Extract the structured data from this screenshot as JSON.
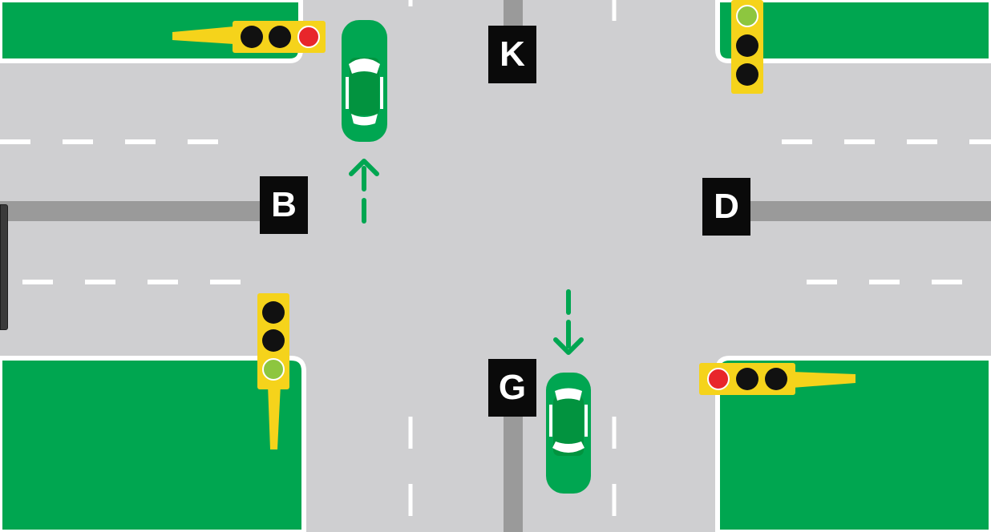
{
  "labels": {
    "k": "K",
    "b": "B",
    "d": "D",
    "g": "G"
  },
  "colors": {
    "road": "#cfcfd1",
    "grass": "#00a650",
    "kerb": "#ffffff",
    "median": "#9a9a9a",
    "lane_marking": "#ffffff",
    "car": "#00a651",
    "arrow": "#00a651",
    "signal_housing": "#f5d31b",
    "signal_off": "#111111",
    "signal_red": "#e8262b",
    "signal_green": "#8dc63f",
    "label_bg": "#0a0a0a",
    "label_text": "#ffffff"
  },
  "traffic_lights": [
    {
      "position": "top-left",
      "orientation": "horizontal",
      "lit": "red"
    },
    {
      "position": "top-right",
      "orientation": "vertical",
      "lit": "green"
    },
    {
      "position": "bottom-left",
      "orientation": "vertical",
      "lit": "green"
    },
    {
      "position": "bottom-right",
      "orientation": "horizontal",
      "lit": "red"
    }
  ],
  "cars": [
    {
      "name": "car-northbound",
      "heading": "north",
      "color": "green"
    },
    {
      "name": "car-southbound",
      "heading": "south",
      "color": "green"
    }
  ],
  "icons": [
    "arrow-up-icon",
    "arrow-down-icon",
    "car-icon",
    "traffic-light-icon"
  ]
}
